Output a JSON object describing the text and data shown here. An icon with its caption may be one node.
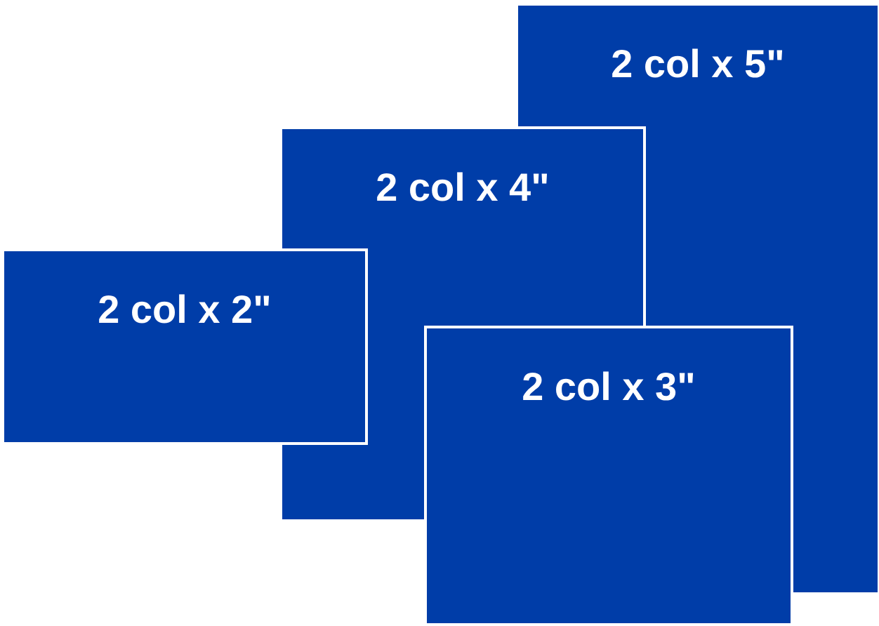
{
  "diagram": {
    "nodes": [
      {
        "text": [
          "2 col x 5\""
        ]
      },
      {
        "text": [
          "2 col x 4\""
        ]
      },
      {
        "text": [
          "2 col x 2\""
        ]
      },
      {
        "text": [
          "2 col x 3\""
        ]
      }
    ]
  }
}
